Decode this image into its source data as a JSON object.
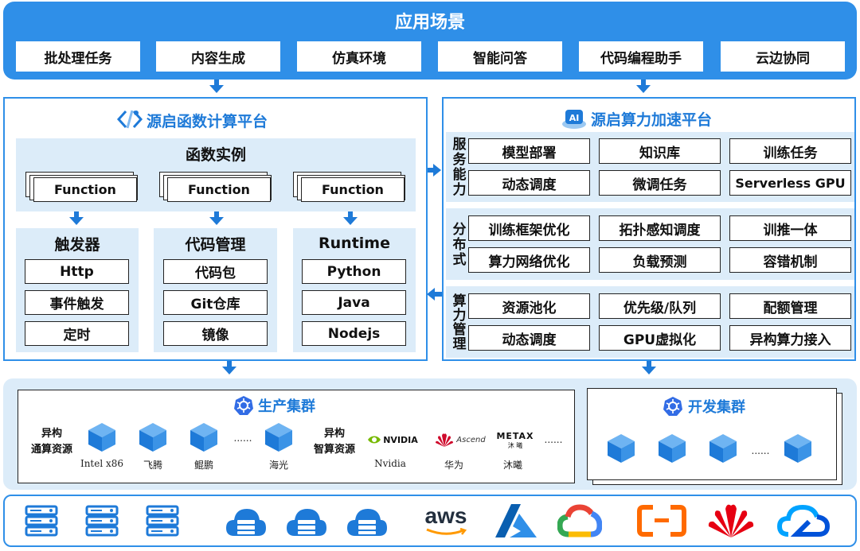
{
  "app_scene": {
    "title": "应用场景",
    "items": [
      "批处理任务",
      "内容生成",
      "仿真环境",
      "智能问答",
      "代码编程助手",
      "云边协同"
    ]
  },
  "function_platform": {
    "title": "源启函数计算平台",
    "instances_title": "函数实例",
    "functions": [
      "Function",
      "Function",
      "Function"
    ],
    "columns": [
      {
        "title": "触发器",
        "items": [
          "Http",
          "事件触发",
          "定时"
        ]
      },
      {
        "title": "代码管理",
        "items": [
          "代码包",
          "Git仓库",
          "镜像"
        ]
      },
      {
        "title": "Runtime",
        "items": [
          "Python",
          "Java",
          "Nodejs"
        ]
      }
    ]
  },
  "accel_platform": {
    "title": "源启算力加速平台",
    "groups": [
      {
        "label": "服务能力",
        "items": [
          "模型部署",
          "知识库",
          "训练任务",
          "动态调度",
          "微调任务",
          "Serverless GPU"
        ]
      },
      {
        "label": "分布式",
        "items": [
          "训练框架优化",
          "拓扑感知调度",
          "训推一体",
          "算力网络优化",
          "负载预测",
          "容错机制"
        ]
      },
      {
        "label": "算力管理",
        "items": [
          "资源池化",
          "优先级/队列",
          "配额管理",
          "动态调度",
          "GPU虚拟化",
          "异构算力接入"
        ]
      }
    ]
  },
  "prod_cluster": {
    "title": "生产集群",
    "general_label": [
      "异构",
      "通算资源"
    ],
    "general_items": [
      "Intel x86",
      "飞腾",
      "鲲鹏",
      "海光"
    ],
    "ellipsis": "......",
    "smart_label": [
      "异构",
      "智算资源"
    ],
    "smart_items": [
      "Nvidia",
      "华为",
      "沐曦"
    ],
    "vendor_logos": {
      "nvidia": "NVIDIA",
      "ascend": "Ascend",
      "huawei": "HUAWEI",
      "metax": "METAX",
      "metax_cn": "沐 曦"
    }
  },
  "dev_cluster": {
    "title": "开发集群",
    "ellipsis": "......"
  },
  "infra": {
    "aws": "aws"
  },
  "colors": {
    "accent": "#1e7ad8",
    "panel_bg": "#dcecf9",
    "top_bar": "#2a8be6"
  }
}
